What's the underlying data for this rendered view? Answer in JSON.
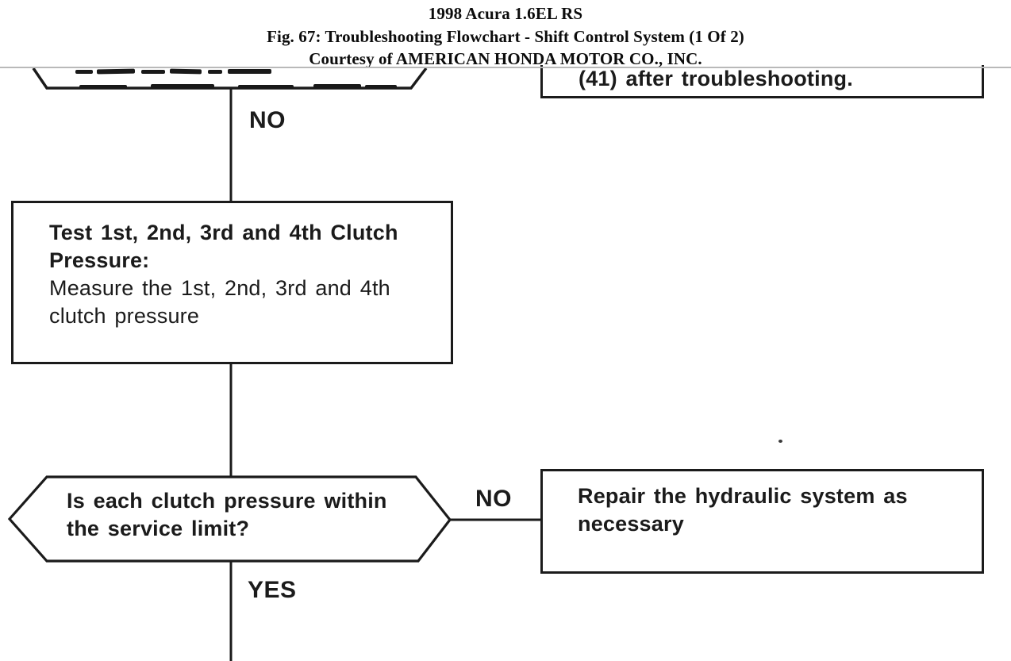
{
  "header": {
    "line1": "1998 Acura 1.6EL RS",
    "line2": "Fig. 67: Troubleshooting Flowchart - Shift Control System (1 Of 2)",
    "line3": "Courtesy of AMERICAN HONDA MOTOR CO., INC."
  },
  "flowchart": {
    "top_right_partial_text": "(41) after troubleshooting.",
    "no_label_1": "NO",
    "test_box": {
      "bold_line1": "Test 1st, 2nd, 3rd and 4th Clutch",
      "bold_line2": "Pressure:",
      "line3": "Measure the 1st, 2nd, 3rd and 4th",
      "line4": "clutch pressure"
    },
    "decision": {
      "line1": "Is each clutch pressure within",
      "line2": "the service limit?"
    },
    "no_label_2": "NO",
    "repair_box": {
      "line1": "Repair the hydraulic system as",
      "line2": "necessary"
    },
    "yes_label": "YES"
  },
  "colors": {
    "ink": "#1b1b1b",
    "paper": "#ffffff",
    "scan_boundary": "#b9b9b9"
  }
}
